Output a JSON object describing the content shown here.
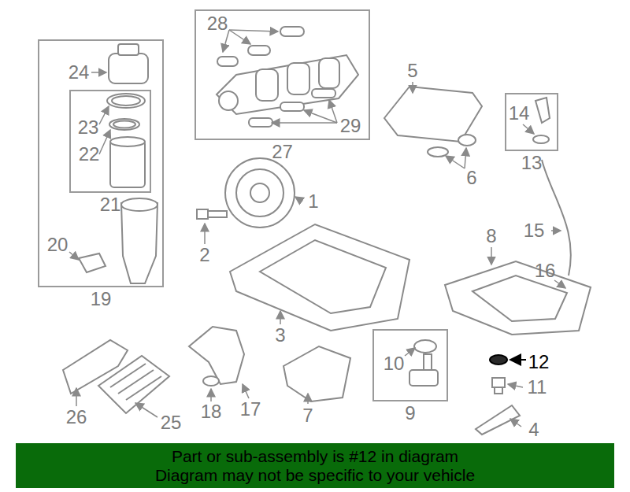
{
  "diagram": {
    "nodes": [
      {
        "text": [
          "19"
        ]
      },
      {
        "text": [
          "21"
        ],
        "in": 0
      },
      {
        "text": [
          "27"
        ]
      },
      {
        "text": [
          "13"
        ]
      },
      {
        "text": [
          "9"
        ]
      },
      {
        "text": [
          "Part or sub-assembly is #12 in diagram",
          "Diagram may not be specific to your vehicle"
        ]
      }
    ],
    "edges": [],
    "labels": [
      "28",
      "24",
      "23",
      "22",
      "29",
      "5",
      "6",
      "14",
      "1",
      "2",
      "15",
      "8",
      "16",
      "20",
      "3",
      "10",
      "12",
      "11",
      "26",
      "18",
      "17",
      "7",
      "25",
      "4"
    ]
  }
}
